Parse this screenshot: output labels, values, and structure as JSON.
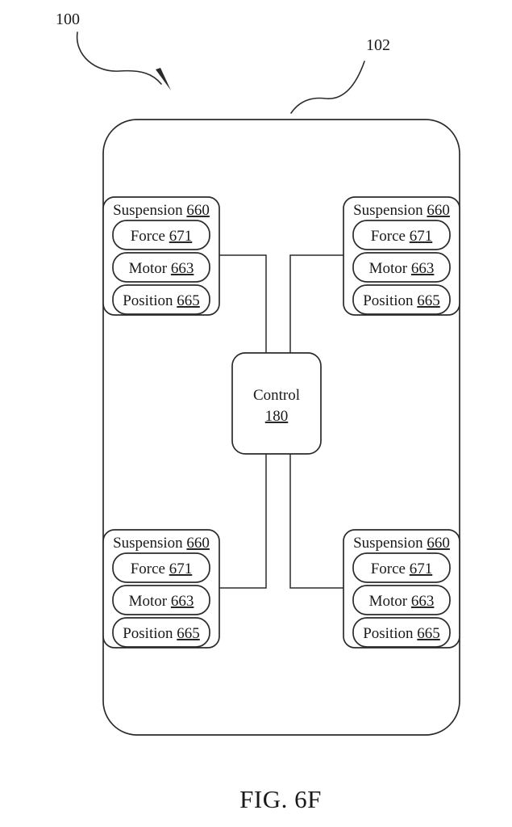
{
  "figure": {
    "caption": "FIG. 6F",
    "ref_vehicle": "100",
    "ref_body": "102"
  },
  "control": {
    "label": "Control",
    "ref": "180"
  },
  "suspensions": [
    {
      "position": "front-left",
      "title": "Suspension",
      "ref": "660",
      "components": [
        {
          "label": "Force",
          "ref": "671"
        },
        {
          "label": "Motor",
          "ref": "663"
        },
        {
          "label": "Position",
          "ref": "665"
        }
      ]
    },
    {
      "position": "front-right",
      "title": "Suspension",
      "ref": "660",
      "components": [
        {
          "label": "Force",
          "ref": "671"
        },
        {
          "label": "Motor",
          "ref": "663"
        },
        {
          "label": "Position",
          "ref": "665"
        }
      ]
    },
    {
      "position": "rear-left",
      "title": "Suspension",
      "ref": "660",
      "components": [
        {
          "label": "Force",
          "ref": "671"
        },
        {
          "label": "Motor",
          "ref": "663"
        },
        {
          "label": "Position",
          "ref": "665"
        }
      ]
    },
    {
      "position": "rear-right",
      "title": "Suspension",
      "ref": "660",
      "components": [
        {
          "label": "Force",
          "ref": "671"
        },
        {
          "label": "Motor",
          "ref": "663"
        },
        {
          "label": "Position",
          "ref": "665"
        }
      ]
    }
  ],
  "colors": {
    "line": "#2b2b2b",
    "text": "#1a1a1a",
    "background": "#ffffff"
  }
}
